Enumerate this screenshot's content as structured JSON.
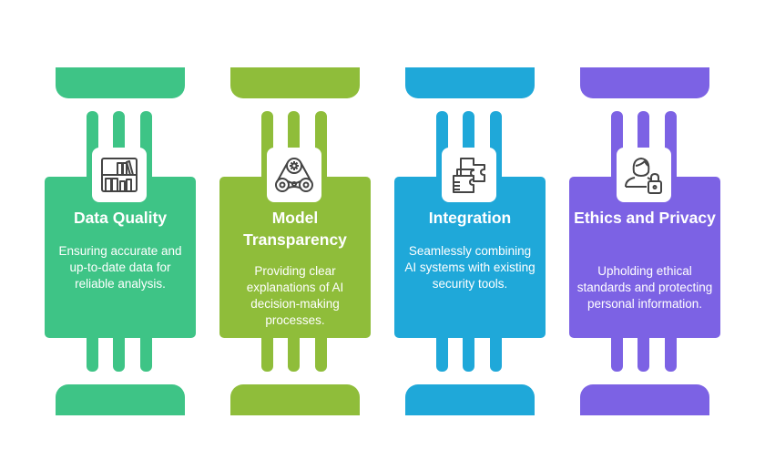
{
  "pillars": [
    {
      "title": "Data Quality",
      "description": "Ensuring accurate and up-to-date data for reliable analysis.",
      "icon": "bookshelf-icon",
      "color": "#3EC486"
    },
    {
      "title": "Model Transparency",
      "description": "Providing clear explanations of AI decision-making processes.",
      "icon": "gear-pulley-icon",
      "color": "#8FBD3A"
    },
    {
      "title": "Integration",
      "description": "Seamlessly combining AI systems with existing security tools.",
      "icon": "puzzle-icon",
      "color": "#1FA8D9"
    },
    {
      "title": "Ethics and Privacy",
      "description": "Upholding ethical standards and protecting personal information.",
      "icon": "person-lock-icon",
      "color": "#7C62E4"
    }
  ]
}
